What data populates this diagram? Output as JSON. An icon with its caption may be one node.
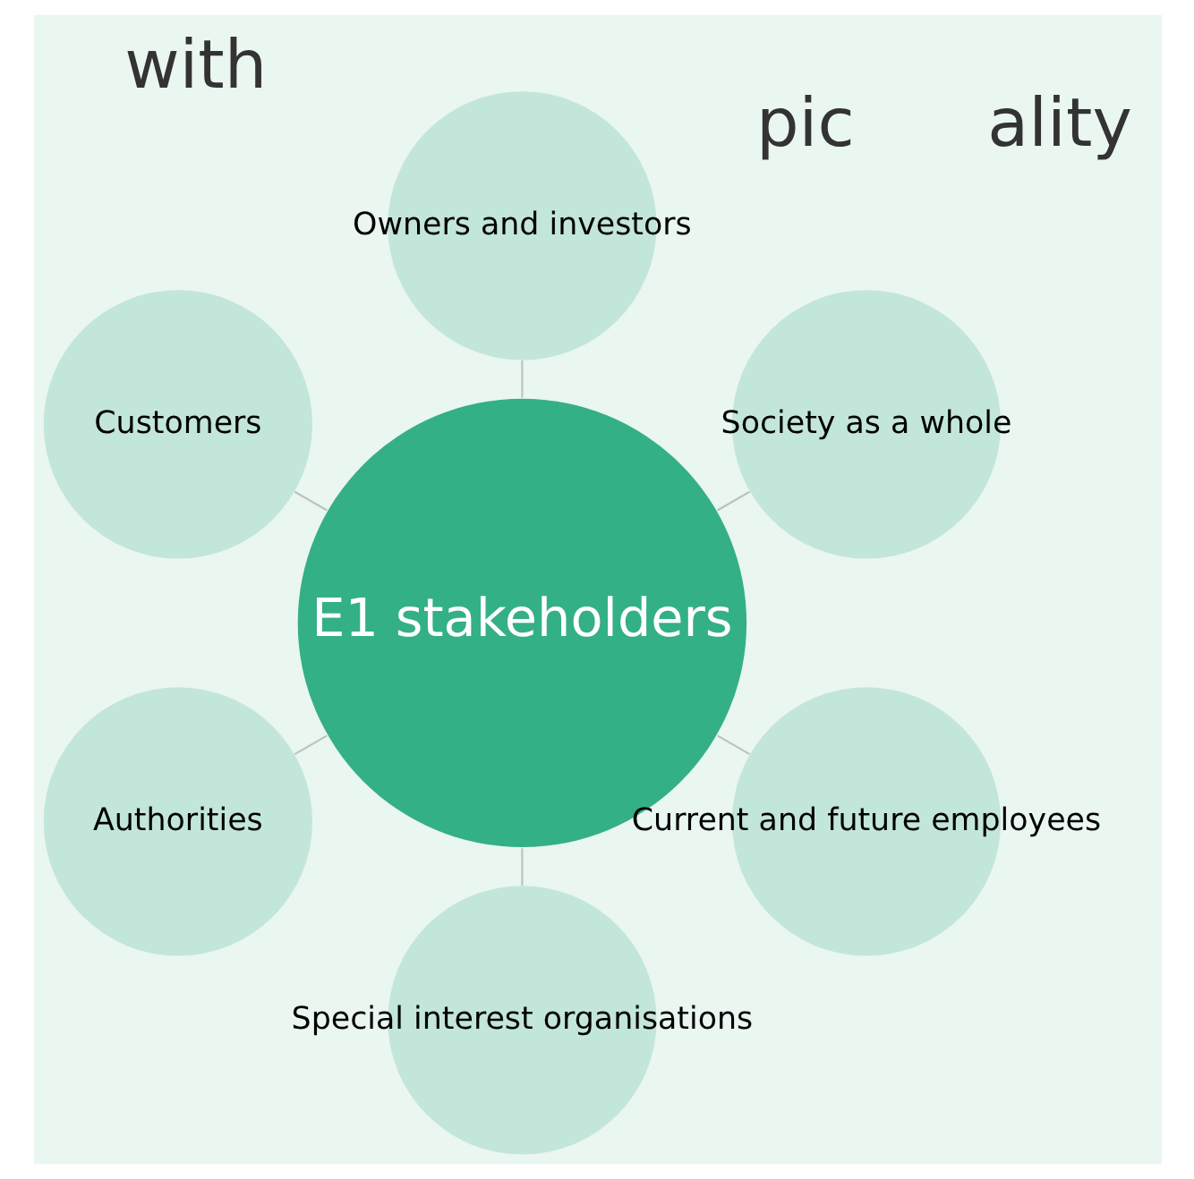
{
  "diagram": {
    "nodes": [
      {
        "text": [
          "E1 stakeholders"
        ]
      },
      {
        "text": [
          "Society as a whole"
        ]
      },
      {
        "text": [
          "Owners and investors"
        ]
      },
      {
        "text": [
          "Customers"
        ]
      },
      {
        "text": [
          "Authorities"
        ]
      },
      {
        "text": [
          "Special interest organisations"
        ]
      },
      {
        "text": [
          "Current and future employees"
        ]
      }
    ],
    "edges": [
      {
        "from": 0,
        "to": 1,
        "arrow": "none"
      },
      {
        "from": 0,
        "to": 2,
        "arrow": "none"
      },
      {
        "from": 0,
        "to": 3,
        "arrow": "none"
      },
      {
        "from": 0,
        "to": 4,
        "arrow": "none"
      },
      {
        "from": 0,
        "to": 5,
        "arrow": "none"
      },
      {
        "from": 0,
        "to": 6,
        "arrow": "none"
      }
    ],
    "labels": [
      "ality",
      "pic",
      "with"
    ]
  }
}
